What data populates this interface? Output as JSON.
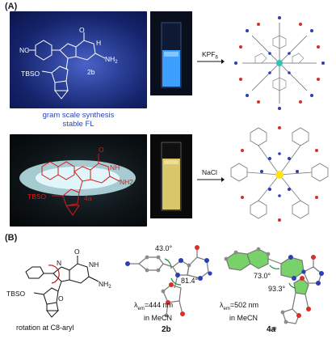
{
  "panel_a": {
    "label": "(A)",
    "photo1": {
      "cn_label": "NC",
      "tbso_label": "TBSO",
      "o_label": "O",
      "h_label": "H",
      "n_label": "N",
      "nh2_label": "NH",
      "nh2_sub": "2",
      "cmpd_label": "2b"
    },
    "caption": [
      "gram scale synthesis",
      "stable FL"
    ],
    "reagent_top": "KPF",
    "reagent_top_sub": "6",
    "photo2": {
      "tbso_label": "TBSO",
      "cmpd_label": "4a",
      "nh_label": "NH",
      "nh2_label": "NH2",
      "o_label": "O"
    },
    "reagent_bottom": "NaCl"
  },
  "panel_b": {
    "label": "(B)",
    "struct": {
      "o_label": "O",
      "nh_label": "NH",
      "n_label": "N",
      "nh2_label": "NH",
      "nh2_sub": "2",
      "tbso_label": "TBSO",
      "o_label2": "O"
    },
    "rotation_caption": "rotation at C8-aryl",
    "angle_2b_top": "43.0°",
    "angle_2b_bottom": "81.4°",
    "em_2b": "=444 nm",
    "em_2b_solvent": "in MeCN",
    "cmpd_2b": "2b",
    "angle_4a_top": "73.0°",
    "angle_4a_bottom": "93.3°",
    "em_4a": "=502 nm",
    "em_4a_solvent": "in MeCN",
    "cmpd_4a": "4a",
    "lambda_sym": "λ",
    "em_sub": "em"
  },
  "colors": {
    "photo_blue": "#2a3f95",
    "cuvette_blue": "#3da0ff",
    "cuvette_yellow": "#d9c56a",
    "caption_blue": "#2d45b8",
    "red_structure": "#d51a1a",
    "k_ion": "#2ec4b6",
    "na_ion": "#ffe21a",
    "nitrogen": "#2b3fb5",
    "oxygen": "#d6302b",
    "carbon": "#8c8c8c",
    "arene_green": "#79d16a"
  }
}
